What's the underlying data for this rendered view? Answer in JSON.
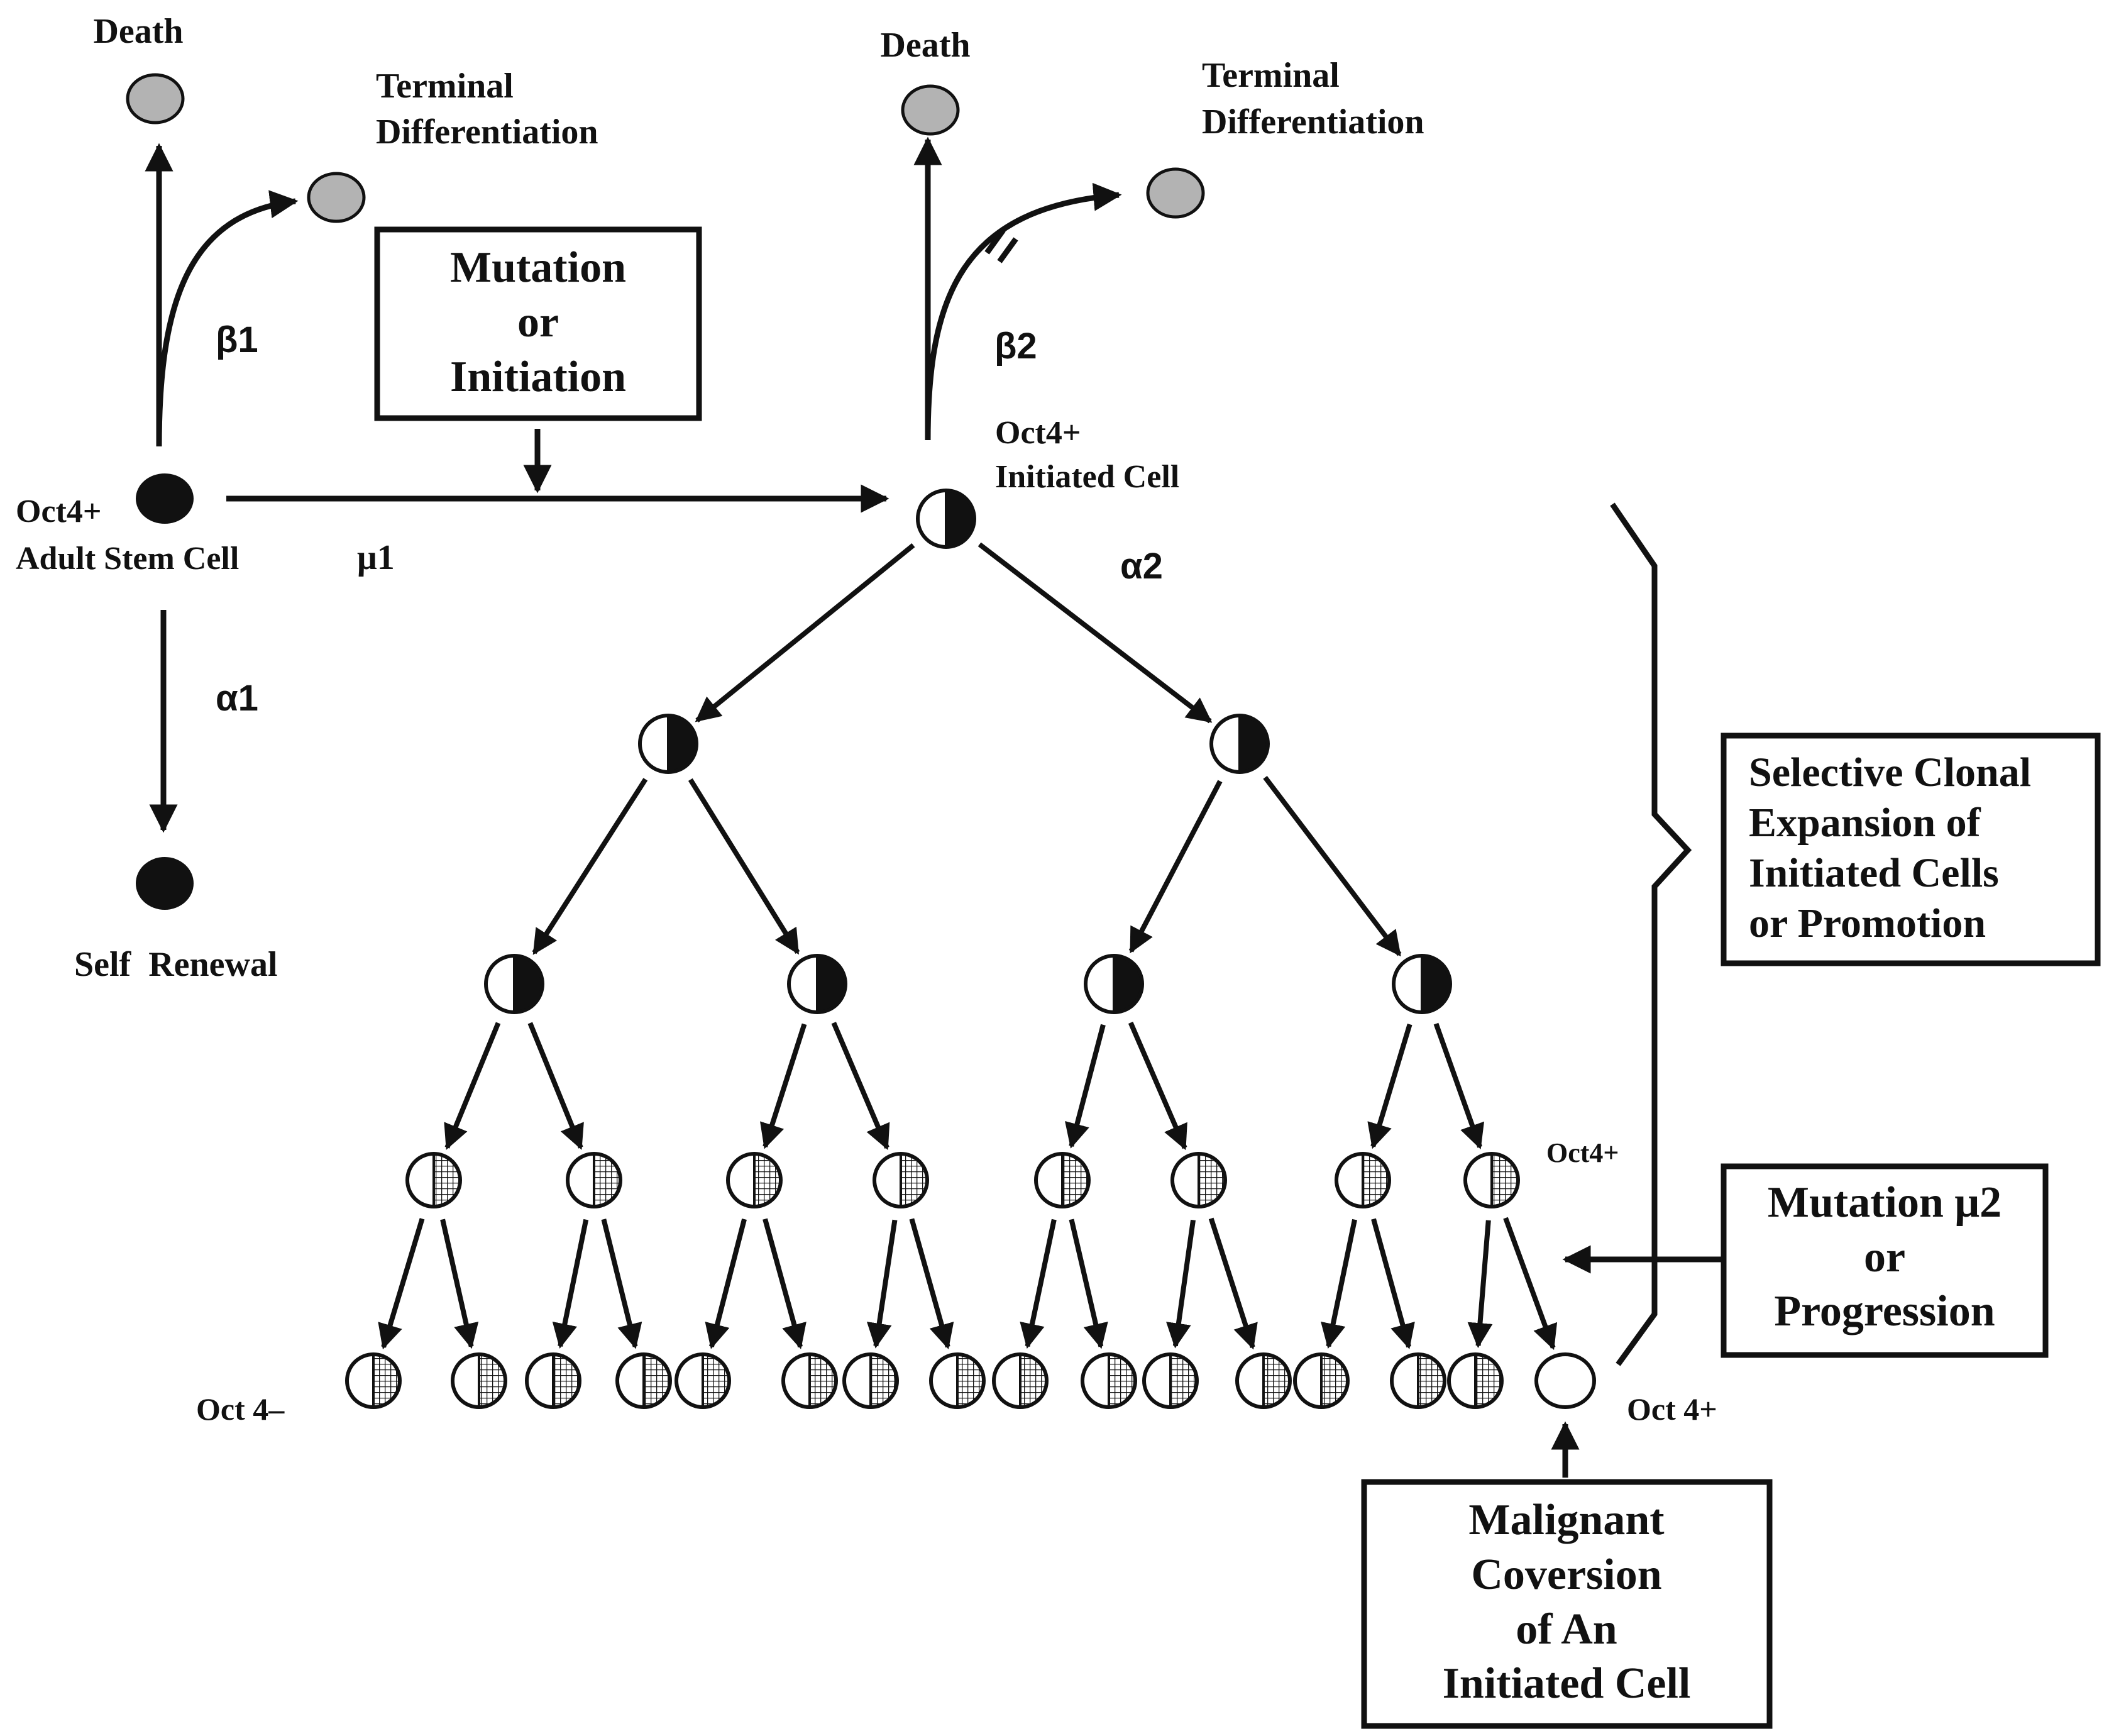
{
  "labels": {
    "death_left": "Death",
    "terminal_left_l1": "Terminal",
    "terminal_left_l2": "Differentiation",
    "beta1": "β1",
    "mutation_box_l1": "Mutation",
    "mutation_box_l2": "or",
    "mutation_box_l3": "Initiation",
    "stem_cell_l1": "Oct4+",
    "stem_cell_l2": "Adult Stem Cell",
    "mu1": "μ1",
    "alpha1": "α1",
    "self_renewal": "Self  Renewal",
    "death_right": "Death",
    "terminal_right_l1": "Terminal",
    "terminal_right_l2": "Differentiation",
    "beta2": "β2",
    "initiated_l1": "Oct4+",
    "initiated_l2": "Initiated Cell",
    "alpha2": "α2",
    "oct4_plus_small": "Oct4+",
    "oct4_minus": "Oct 4–",
    "oct4_plus_bottom": "Oct 4+",
    "clonal_box_l1": "Selective Clonal",
    "clonal_box_l2": "Expansion of",
    "clonal_box_l3": "Initiated Cells",
    "clonal_box_l4": "or Promotion",
    "progression_box_l1": "Mutation μ2",
    "progression_box_l2": "or",
    "progression_box_l3": "Progression",
    "malignant_box_l1": "Malignant",
    "malignant_box_l2": "Coversion",
    "malignant_box_l3": "of An",
    "malignant_box_l4": "Initiated Cell"
  },
  "colors": {
    "ink": "#111111",
    "grey_cell": "#b3b3b3",
    "background": "#ffffff"
  }
}
